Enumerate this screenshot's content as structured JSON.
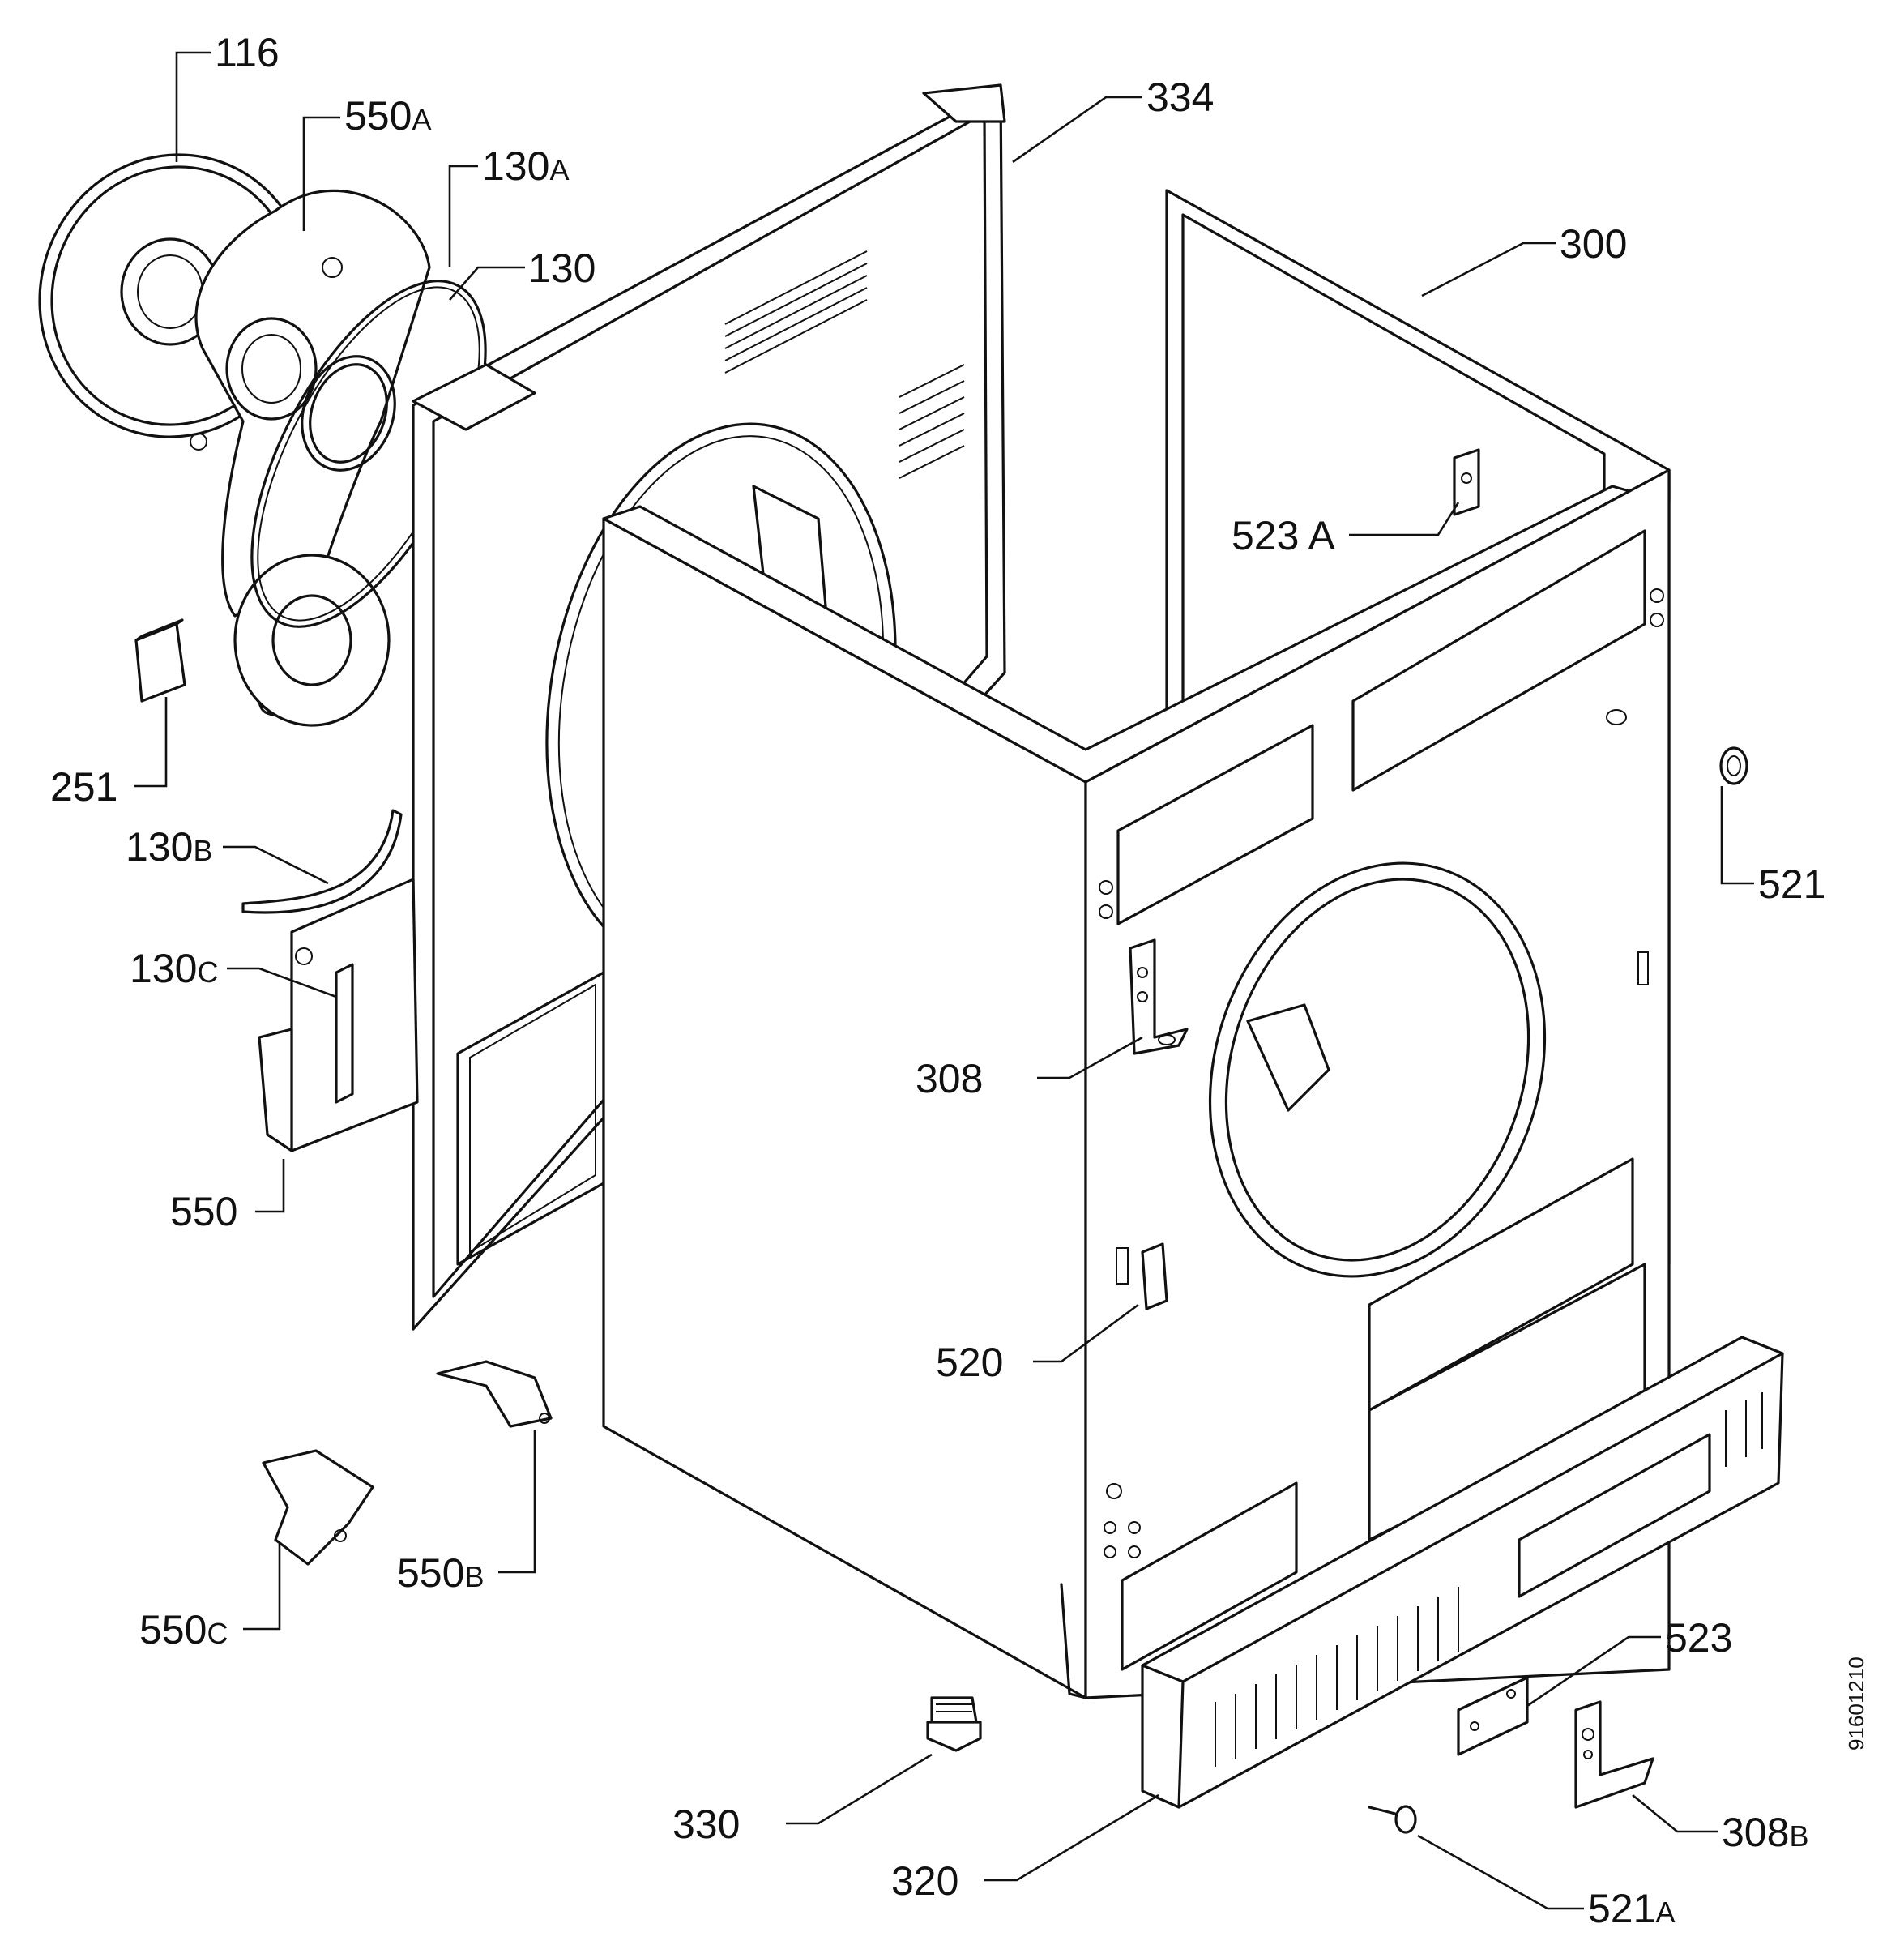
{
  "part_labels": {
    "p116": "116",
    "p550a": "550",
    "p550a_suffix": "A",
    "p130a": "130",
    "p130a_suffix": "A",
    "p130": "130",
    "p334": "334",
    "p300": "300",
    "p523a": "523 A",
    "p251": "251",
    "p130b": "130",
    "p130b_suffix": "B",
    "p130c": "130",
    "p130c_suffix": "C",
    "p521": "521",
    "p308": "308",
    "p550": "550",
    "p520": "520",
    "p550b": "550",
    "p550b_suffix": "B",
    "p550c": "550",
    "p550c_suffix": "C",
    "p523": "523",
    "p330": "330",
    "p320": "320",
    "p308b": "308",
    "p308b_suffix": "B",
    "p521a": "521",
    "p521a_suffix": "A"
  },
  "document_number": "91601210"
}
